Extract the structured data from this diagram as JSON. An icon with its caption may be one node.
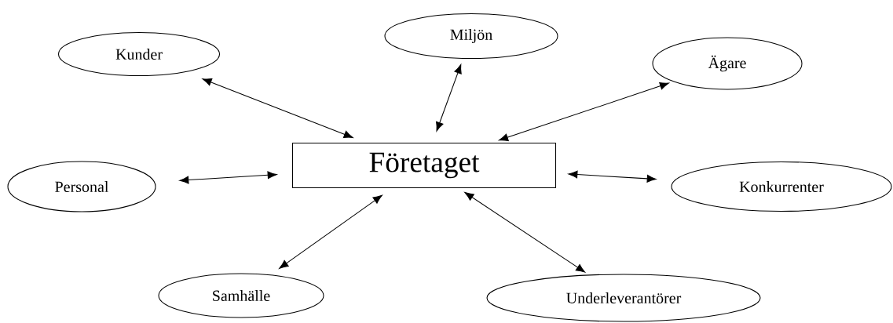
{
  "diagram": {
    "nodes": [
      {
        "text": [
          "Företaget"
        ]
      },
      {
        "text": [
          "Kunder"
        ]
      },
      {
        "text": [
          "Miljön"
        ]
      },
      {
        "text": [
          "Ägare"
        ]
      },
      {
        "text": [
          "Personal"
        ]
      },
      {
        "text": [
          "Konkurrenter"
        ]
      },
      {
        "text": [
          "Samhälle"
        ]
      },
      {
        "text": [
          "Underleverantörer"
        ]
      }
    ],
    "edges": [
      {
        "from": 1,
        "to": 0,
        "arrow": "both"
      },
      {
        "from": 2,
        "to": 0,
        "arrow": "both"
      },
      {
        "from": 3,
        "to": 0,
        "arrow": "both"
      },
      {
        "from": 4,
        "to": 0,
        "arrow": "both"
      },
      {
        "from": 5,
        "to": 0,
        "arrow": "both"
      },
      {
        "from": 6,
        "to": 0,
        "arrow": "both"
      },
      {
        "from": 7,
        "to": 0,
        "arrow": "both"
      }
    ]
  }
}
